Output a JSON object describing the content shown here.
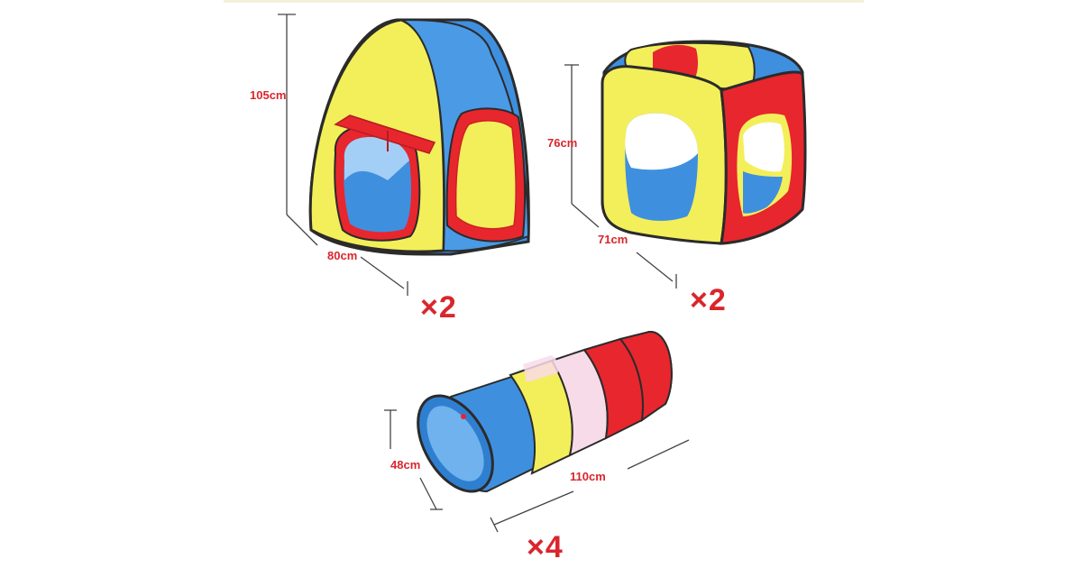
{
  "colors": {
    "red": "#e8262e",
    "yellow": "#f3ef5a",
    "blue": "#3f8fdf",
    "pink": "#f8dbe9",
    "edge": "#2b2b2b",
    "label": "#d9262c"
  },
  "tent": {
    "height_label": "105cm",
    "width_label": "80cm",
    "qty_label": "×2"
  },
  "cube": {
    "height_label": "76cm",
    "width_label": "71cm",
    "qty_label": "×2"
  },
  "tunnel": {
    "diameter_label": "48cm",
    "length_label": "110cm",
    "qty_label": "×4"
  }
}
